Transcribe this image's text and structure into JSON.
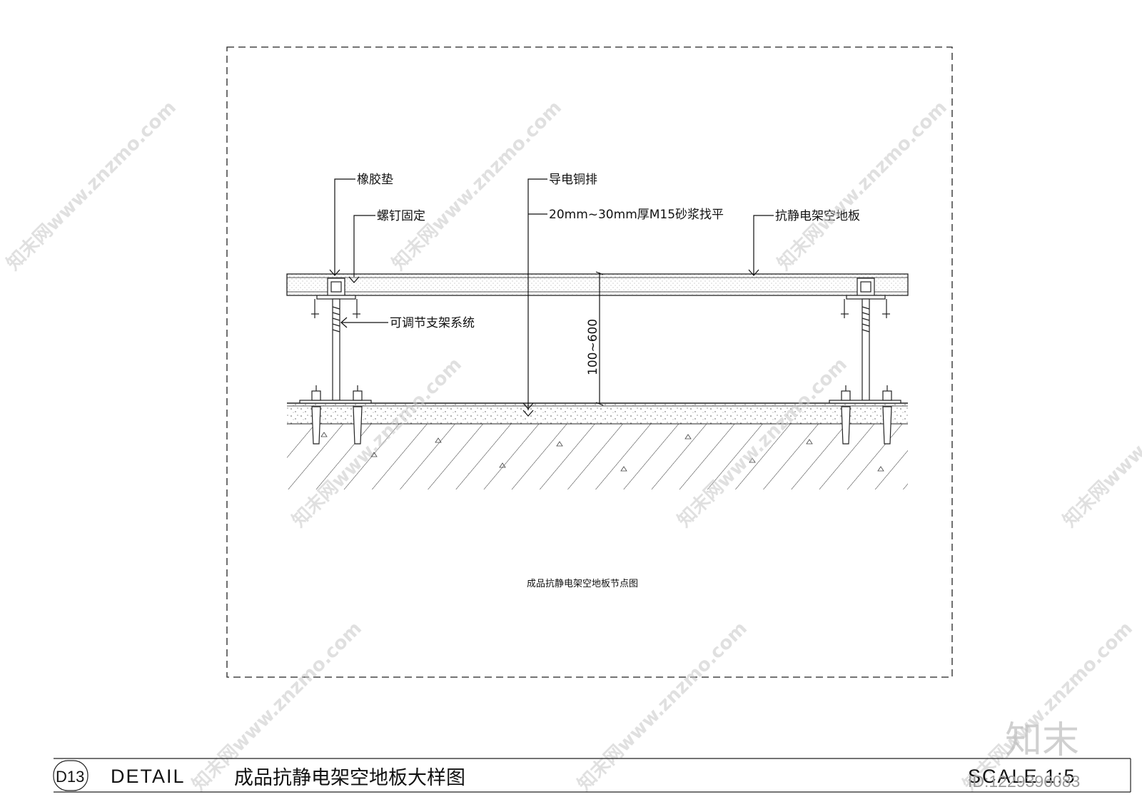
{
  "labels": {
    "rubber_pad": "橡胶垫",
    "screw_fix": "螺钉固定",
    "adjustable_support": "可调节支架系统",
    "copper_bar": "导电铜排",
    "mortar": "20mm~30mm厚M15砂浆找平",
    "floor_panel": "抗静电架空地板",
    "height_dim": "100~600"
  },
  "caption": "成品抗静电架空地板节点图",
  "title_bar": {
    "code": "D13",
    "detail": "DETAIL",
    "title": "成品抗静电架空地板大样图",
    "scale": "SCALE 1:5"
  },
  "watermark": {
    "site": "知末网www.znzmo.com",
    "logo": "知末",
    "id": "ID:1229396083"
  }
}
